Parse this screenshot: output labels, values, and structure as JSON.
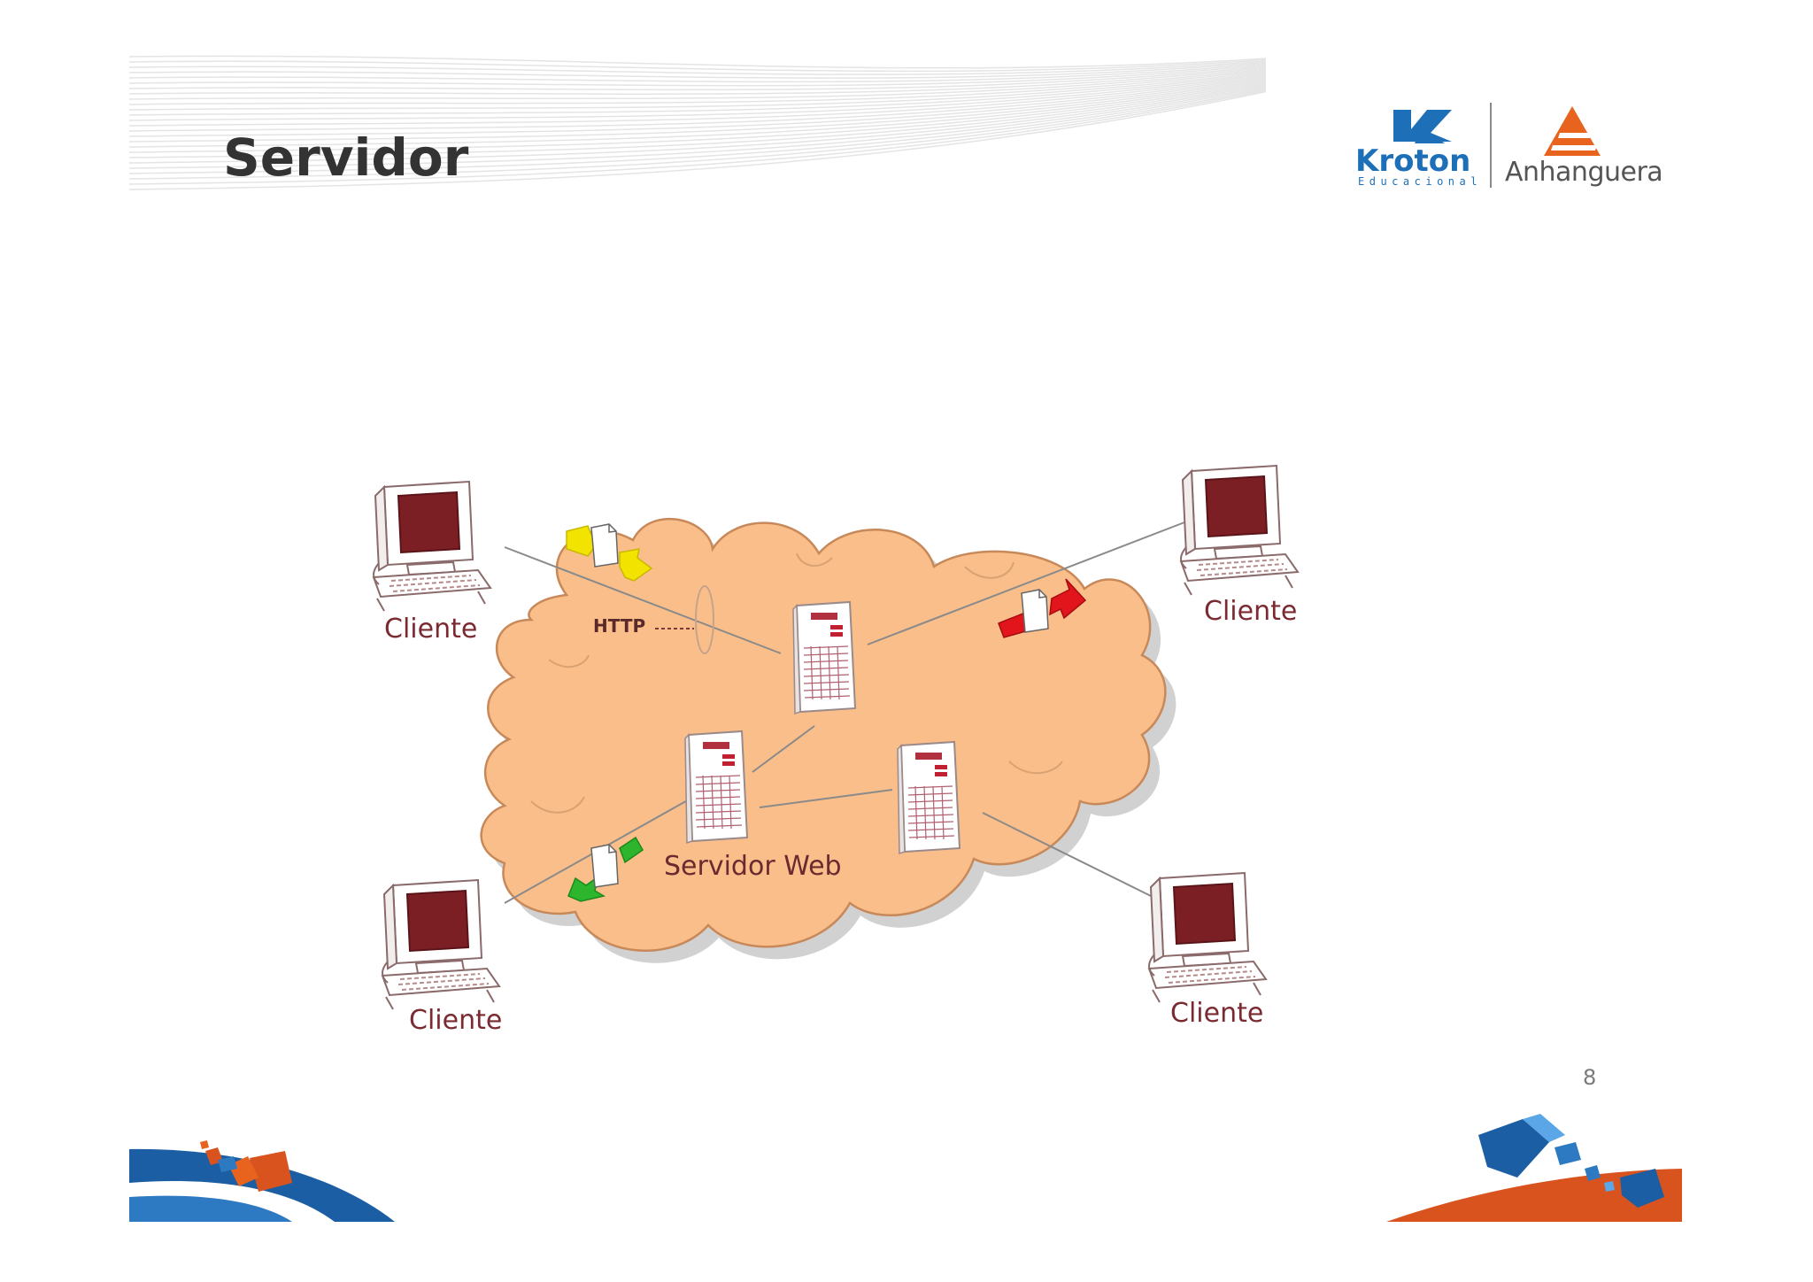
{
  "slide": {
    "title": "Servidor",
    "page_number": "8"
  },
  "logos": {
    "kroton": {
      "wordmark": "Kroton",
      "subline": "Educacional",
      "monogram": "K"
    },
    "anhanguera": {
      "wordmark": "Anhanguera"
    }
  },
  "diagram": {
    "protocol_label": "HTTP",
    "server_label": "Servidor Web",
    "clients": [
      {
        "label": "Cliente"
      },
      {
        "label": "Cliente"
      },
      {
        "label": "Cliente"
      },
      {
        "label": "Cliente"
      }
    ]
  },
  "colors": {
    "title": "#333333",
    "cloud_fill": "#F9BE8A",
    "cloud_stroke": "#C8895A",
    "client_label": "#7A2A30",
    "monitor_screen": "#7C1F24",
    "kroton_blue": "#1D6FB8",
    "anhanguera_orange": "#E8641E",
    "footer_blue": "#1B5EA3",
    "footer_orange": "#D9531E",
    "arrow_yellow": "#F2E400",
    "arrow_red": "#E2141C",
    "arrow_green": "#2DB52D"
  }
}
